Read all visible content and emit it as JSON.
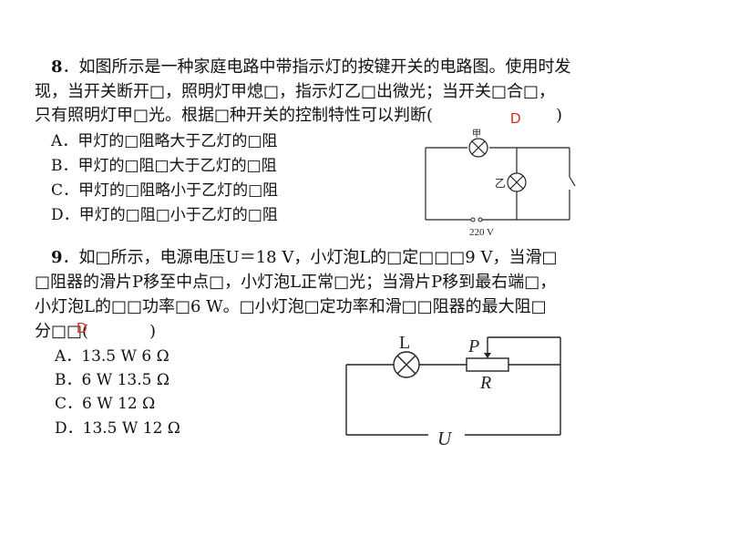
{
  "q8": {
    "number": "8",
    "line1": "．如图所示是一种家庭电路中带指示灯的按键开关的电路图。使用时发",
    "line2": "现，当开关断开□，照明灯甲熄□，指示灯乙□出微光；当开关□合□，",
    "line3": "只有照明灯甲□光。根据□种开关的控制特性可以判断(",
    "paren_close": ")",
    "answer": "D",
    "options": [
      "A．甲灯的□阻略大于乙灯的□阻",
      "B．甲灯的□阻□大于乙灯的□阻",
      "C．甲灯的□阻略小于乙灯的□阻",
      "D．甲灯的□阻□小于乙灯的□阻"
    ],
    "circuit": {
      "lamp_top": "甲",
      "lamp_mid": "乙",
      "source": "220 V"
    }
  },
  "q9": {
    "number": "9",
    "line1": "．如□所示，电源电压U＝18  V，小灯泡L的□定□□□9  V，当滑□",
    "line2": "□阻器的滑片P移至中点□，小灯泡L正常□光；当滑片P移到最右端□，",
    "line3": "小灯泡L的□□功率□6  W。□小灯泡□定功率和滑□□阻器的最大阻□",
    "line4": "分□□(",
    "paren_close": ")",
    "answer": "D",
    "options": [
      "A．13.5 W    6 Ω",
      "B．6 W    13.5 Ω",
      "C．6 W    12 Ω",
      "D．13.5 W    12 Ω"
    ],
    "circuit": {
      "lamp": "L",
      "slider": "P",
      "resistor": "R",
      "source": "U"
    }
  }
}
